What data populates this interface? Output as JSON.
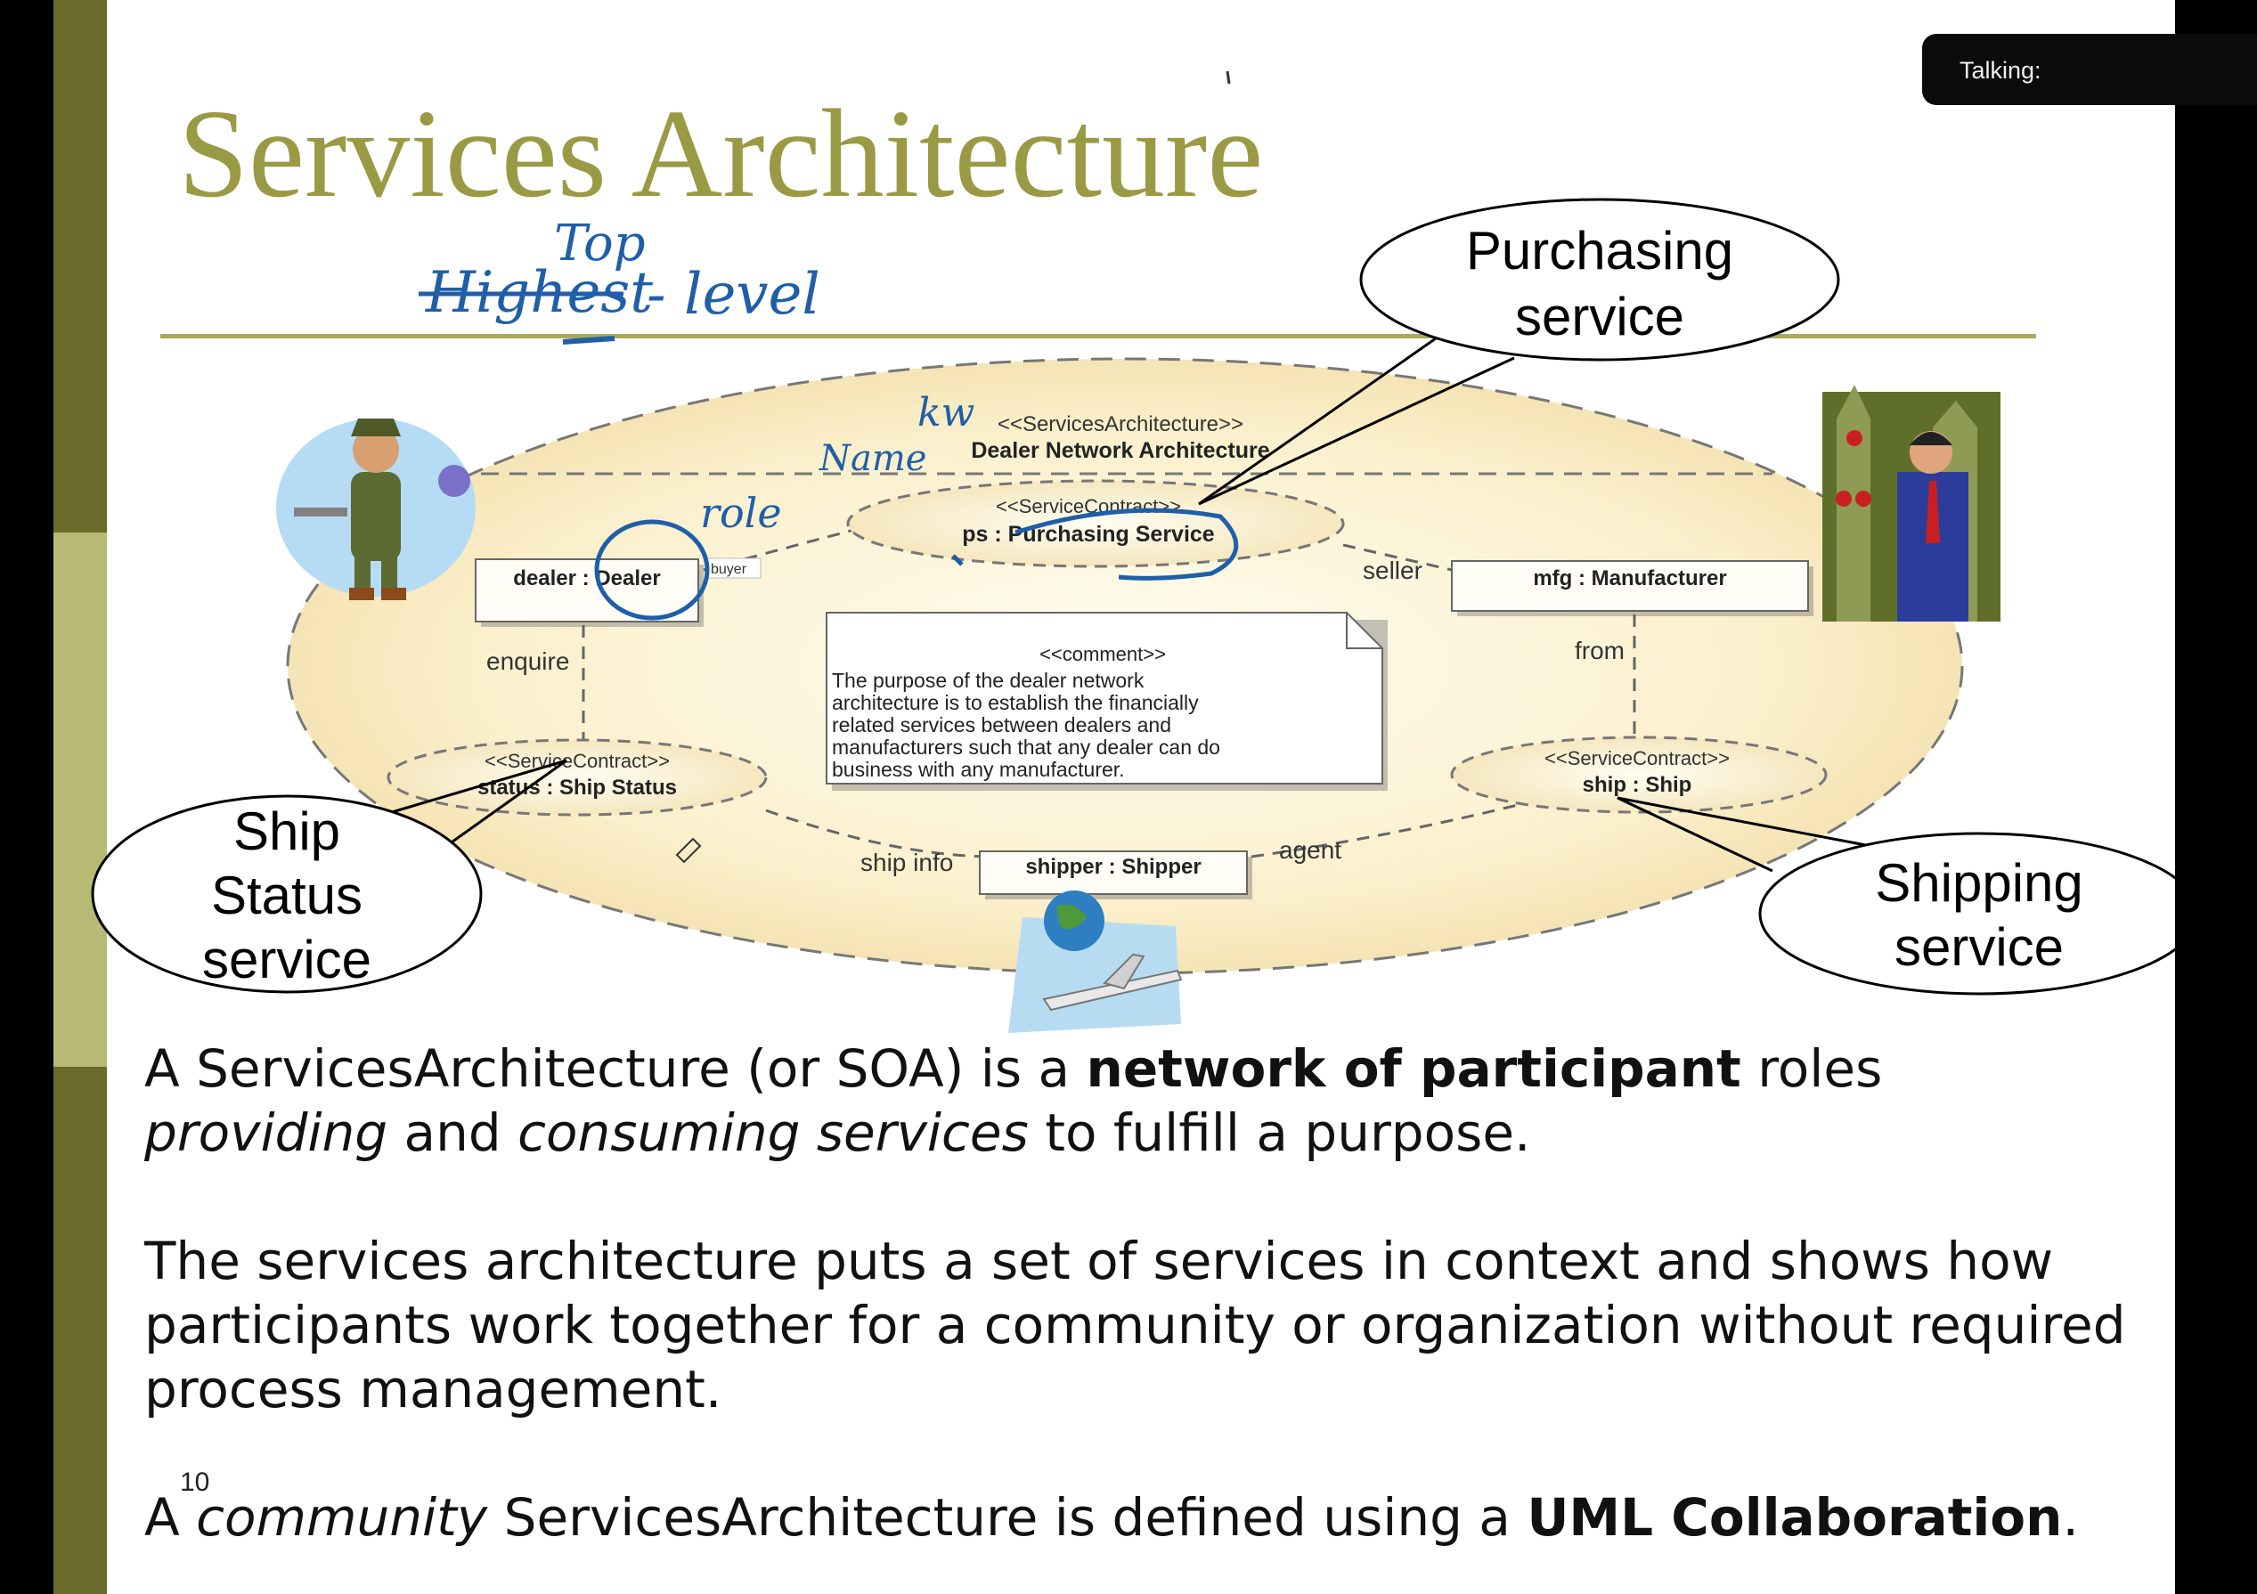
{
  "slide": {
    "title": "Services Architecture",
    "annotations": {
      "crossed_word": "Highest",
      "top": "Top",
      "level": "- level",
      "kw": "kw",
      "name": "Name",
      "role": "role"
    },
    "diagram": {
      "stereotype": "<<ServicesArchitecture>>",
      "architecture_name": "Dealer Network Architecture",
      "contracts": {
        "purchasing": {
          "stereotype": "<<ServiceContract>>",
          "name": "ps : Purchasing Service"
        },
        "status": {
          "stereotype": "<<ServiceContract>>",
          "name": "status : Ship Status"
        },
        "ship": {
          "stereotype": "<<ServiceContract>>",
          "name": "ship : Ship"
        }
      },
      "participants": {
        "dealer": "dealer : Dealer",
        "manufacturer": "mfg : Manufacturer",
        "shipper": "shipper : Shipper"
      },
      "role_labels": {
        "buyer": "buyer",
        "seller": "seller",
        "enquire": "enquire",
        "from": "from",
        "ship_info": "ship info",
        "agent": "agent"
      },
      "comment": {
        "stereotype": "<<comment>>",
        "lines": [
          "The purpose of the dealer network",
          "architecture is to establish the financially",
          "related services between dealers and",
          "manufacturers such that any dealer can do",
          "business with any manufacturer."
        ]
      },
      "callouts": {
        "purchasing": [
          "Purchasing",
          "service"
        ],
        "ship_status": [
          "Ship",
          "Status",
          "service"
        ],
        "shipping": [
          "Shipping",
          "service"
        ]
      }
    },
    "paragraphs": {
      "p1": {
        "a": "A ServicesArchitecture (or SOA) is a ",
        "b": "network of participant",
        "c": " roles",
        "d": "providing",
        "e": " and ",
        "f": "consuming services",
        "g": " to fulfill a purpose."
      },
      "p2": "The services architecture puts a set of services in context and shows how participants work together for a community or organization without required process management.",
      "p3": {
        "a": "A ",
        "b": "community",
        "c": " ServicesArchitecture is defined using a ",
        "d": "UML Collaboration",
        "e": "."
      }
    },
    "slide_number": "10"
  },
  "overlay": {
    "talking_label": "Talking:"
  }
}
